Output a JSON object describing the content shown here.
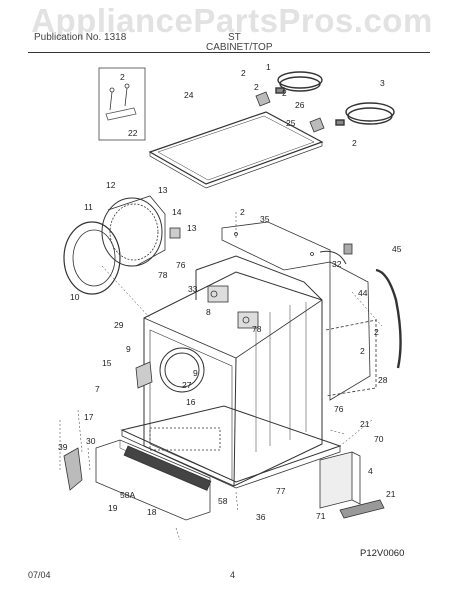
{
  "watermark": "AppliancePartsPros.com",
  "header": {
    "left": "Publication No. 1318",
    "model": "ST",
    "section": "CABINET/TOP"
  },
  "figure_code": "P12V0060",
  "footer": {
    "date": "07/04",
    "page": "4"
  },
  "callouts": [
    "1",
    "2",
    "2",
    "2",
    "3",
    "2",
    "26",
    "24",
    "25",
    "2",
    "22",
    "12",
    "13",
    "11",
    "14",
    "13",
    "2",
    "35",
    "10",
    "76",
    "78",
    "32",
    "45",
    "33",
    "8",
    "44",
    "29",
    "2",
    "9",
    "78",
    "15",
    "9",
    "7",
    "27",
    "2",
    "28",
    "16",
    "76",
    "17",
    "21",
    "39",
    "30",
    "70",
    "4",
    "58A",
    "58",
    "77",
    "19",
    "18",
    "21",
    "71",
    "36"
  ]
}
